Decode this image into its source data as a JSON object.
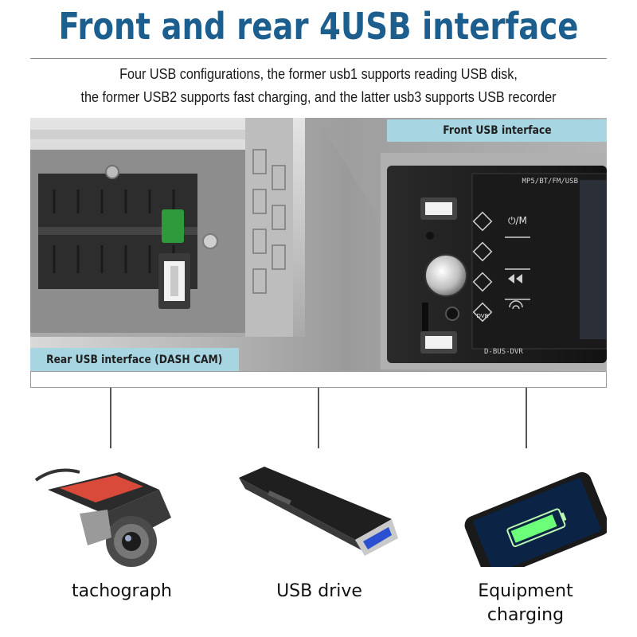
{
  "header": {
    "title": "Front and rear 4USB interface",
    "subtitle_line1": "Four USB configurations, the former usb1 supports reading USB disk,",
    "subtitle_line2": "the former USB2 supports fast charging, and the latter usb3 supports USB recorder"
  },
  "photo": {
    "front_label": "Front USB interface",
    "rear_label": "Rear USB interface (DASH CAM)",
    "panel_brand": "MP5/BT/FM/USB",
    "panel_model": "D-BUS-DVR",
    "panel_power": "⏻/M",
    "panel_dvr": "DVR"
  },
  "devices": [
    {
      "label": "tachograph"
    },
    {
      "label": "USB drive"
    },
    {
      "label_line1": "Equipment",
      "label_line2": "charging"
    }
  ],
  "colors": {
    "title": "#1c5f8f",
    "label_band": "#a8d5e2",
    "usb_port": "#f2f2f2"
  }
}
